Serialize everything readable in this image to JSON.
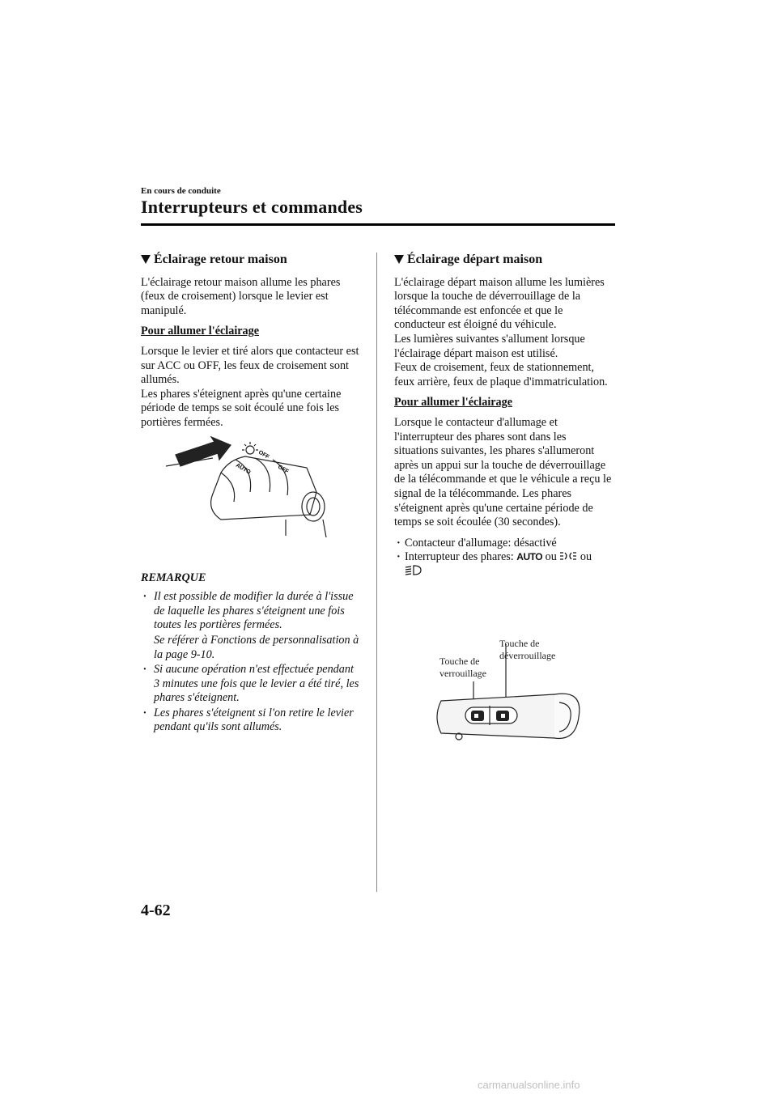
{
  "header": {
    "section": "En cours de conduite",
    "chapter": "Interrupteurs et commandes"
  },
  "left": {
    "heading": "Éclairage retour maison",
    "intro": "L'éclairage retour maison allume les phares (feux de croisement) lorsque le levier est manipulé.",
    "subheading": "Pour allumer l'éclairage",
    "body1": "Lorsque le levier et tiré alors que contacteur est sur ACC ou OFF, les feux de croisement sont allumés.",
    "body2": "Les phares s'éteignent après qu'une certaine période de temps se soit écoulé une fois les portières fermées.",
    "figure": {
      "labels": [
        "OFF",
        "AUTO",
        "OFF"
      ]
    },
    "note_title": "REMARQUE",
    "notes": [
      "Il est possible de modifier la durée à l'issue de laquelle les phares s'éteignent une fois toutes les portières fermées.",
      "Se référer à Fonctions de personnalisation à la page 9-10.",
      "Si aucune opération n'est effectuée pendant 3 minutes une fois que le levier a été tiré, les phares s'éteignent.",
      "Les phares s'éteignent si l'on retire le levier pendant qu'ils sont allumés."
    ]
  },
  "right": {
    "heading": "Éclairage départ maison",
    "intro1": "L'éclairage départ maison allume les lumières lorsque la touche de déverrouillage de la télécommande est enfoncée et que le conducteur est éloigné du véhicule.",
    "intro2": "Les lumières suivantes s'allument lorsque l'éclairage départ maison est utilisé.",
    "intro3": "Feux de croisement, feux de stationnement, feux arrière, feux de plaque d'immatriculation.",
    "subheading": "Pour allumer l'éclairage",
    "body": "Lorsque le contacteur d'allumage et l'interrupteur des phares sont dans les situations suivantes, les phares s'allumeront après un appui sur la touche de déverrouillage de la télécommande et que le véhicule a reçu le signal de la télécommande. Les phares s'éteignent après qu'une certaine période de temps se soit écoulée (30 secondes).",
    "cond1": "Contacteur d'allumage: désactivé",
    "cond2_prefix": "Interrupteur des phares: ",
    "cond2_auto": "AUTO",
    "cond2_ou1": " ou ",
    "cond2_ou2": " ou",
    "fig_lock_label": "Touche de verrouillage",
    "fig_unlock_label": "Touche de déverrouillage"
  },
  "footer": {
    "page": "4-62",
    "watermark": "carmanualsonline.info"
  },
  "icons": [
    "parking-lights-icon",
    "low-beam-icon"
  ]
}
